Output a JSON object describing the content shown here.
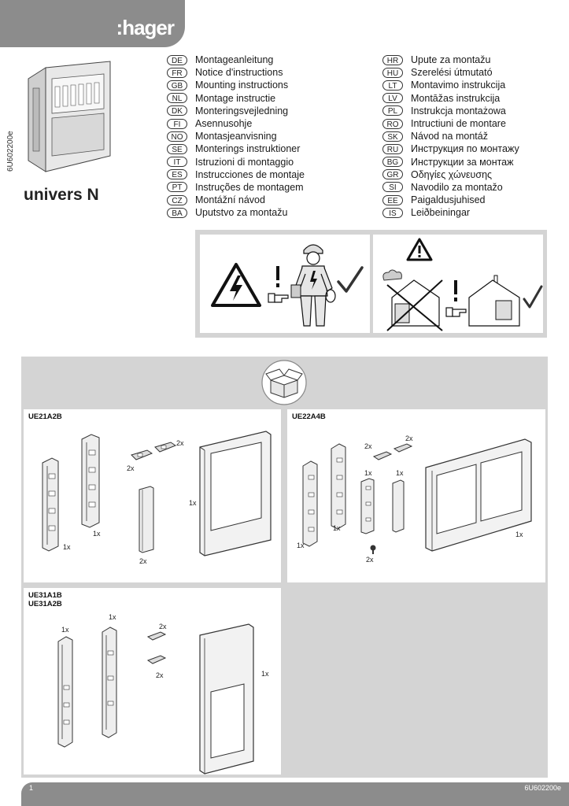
{
  "brand": {
    "logo_text": ":hager",
    "bar_color": "#8c8c8c"
  },
  "document": {
    "number": "6U602200e",
    "product": "univers N",
    "page": "1"
  },
  "languages_left": [
    {
      "code": "DE",
      "text": "Montageanleitung"
    },
    {
      "code": "FR",
      "text": "Notice d'instructions"
    },
    {
      "code": "GB",
      "text": "Mounting instructions"
    },
    {
      "code": "NL",
      "text": "Montage instructie"
    },
    {
      "code": "DK",
      "text": "Monteringsvejledning"
    },
    {
      "code": "FI",
      "text": "Asennusohje"
    },
    {
      "code": "NO",
      "text": "Montasjeanvisning"
    },
    {
      "code": "SE",
      "text": "Monterings instruktioner"
    },
    {
      "code": "IT",
      "text": "Istruzioni di montaggio"
    },
    {
      "code": "ES",
      "text": "Instrucciones de montaje"
    },
    {
      "code": "PT",
      "text": "Instruções de montagem"
    },
    {
      "code": "CZ",
      "text": "Montážní návod"
    },
    {
      "code": "BA",
      "text": "Uputstvo za montažu"
    }
  ],
  "languages_right": [
    {
      "code": "HR",
      "text": "Upute za montažu"
    },
    {
      "code": "HU",
      "text": "Szerelési útmutató"
    },
    {
      "code": "LT",
      "text": "Montavimo instrukcija"
    },
    {
      "code": "LV",
      "text": "Montāžas instrukcija"
    },
    {
      "code": "PL",
      "text": "Instrukcja montażowa"
    },
    {
      "code": "RO",
      "text": "Intructiuni de montare"
    },
    {
      "code": "SK",
      "text": "Návod na montáž"
    },
    {
      "code": "RU",
      "text": "Инструкция по монтажу"
    },
    {
      "code": "BG",
      "text": "Инструкции за монтаж"
    },
    {
      "code": "GR",
      "text": "Οδηγίες χώνευσης"
    },
    {
      "code": "SI",
      "text": "Navodilo za montažo"
    },
    {
      "code": "EE",
      "text": "Paigaldusjuhised"
    },
    {
      "code": "IS",
      "text": "Leiðbeiningar"
    }
  ],
  "kits": [
    {
      "title": "UE21A2B",
      "qty": [
        "1x",
        "1x",
        "2x",
        "2x",
        "2x",
        "1x"
      ]
    },
    {
      "title": "UE22A4B",
      "qty": [
        "1x",
        "1x",
        "2x",
        "2x",
        "1x",
        "1x",
        "2x",
        "1x"
      ]
    },
    {
      "title": "UE31A1B\nUE31A2B",
      "title_a": "UE31A1B",
      "title_b": "UE31A2B",
      "qty": [
        "1x",
        "1x",
        "2x",
        "2x",
        "1x"
      ]
    }
  ],
  "colors": {
    "panel_bg": "#d4d4d4",
    "check": "#333333"
  }
}
